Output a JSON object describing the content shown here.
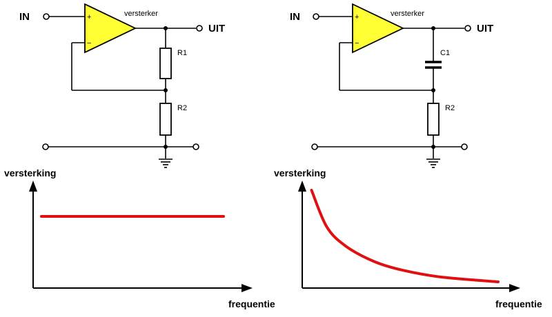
{
  "left_circuit": {
    "input_label": "IN",
    "output_label": "UIT",
    "amp_label": "versterker",
    "amp_plus": "+",
    "amp_minus": "−",
    "top_component": "R1",
    "bottom_component": "R2"
  },
  "right_circuit": {
    "input_label": "IN",
    "output_label": "UIT",
    "amp_label": "versterker",
    "amp_plus": "+",
    "amp_minus": "−",
    "top_component": "C1",
    "bottom_component": "R2"
  },
  "colors": {
    "amplifier_fill": "#ffff33",
    "curve": "#e01010"
  },
  "chart_data": [
    {
      "type": "line",
      "ylabel": "versterking",
      "xlabel": "frequentie",
      "shape": "constant",
      "series": [
        {
          "x": [
            0,
            1
          ],
          "y": [
            1,
            1
          ]
        }
      ]
    },
    {
      "type": "line",
      "ylabel": "versterking",
      "xlabel": "frequentie",
      "shape": "decreasing",
      "series": [
        {
          "x": [
            0.02,
            0.1,
            0.2,
            0.35,
            0.5,
            0.7,
            1.0
          ],
          "y": [
            1,
            0.62,
            0.42,
            0.26,
            0.17,
            0.1,
            0.05
          ]
        }
      ]
    }
  ]
}
